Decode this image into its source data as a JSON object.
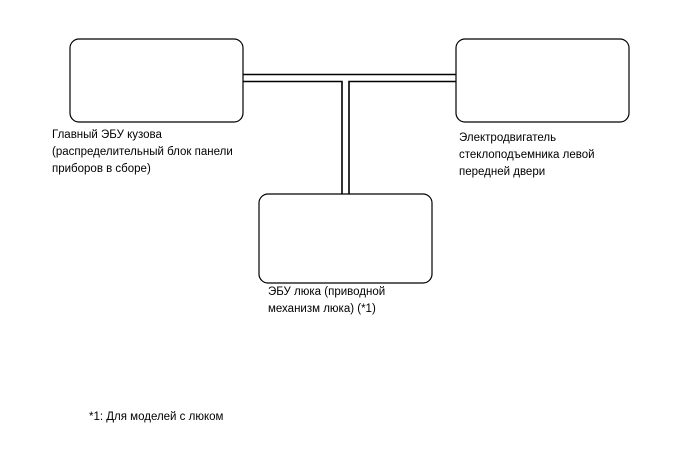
{
  "diagram": {
    "nodes": [
      {
        "id": "main-body-ecu",
        "label": "Главный ЭБУ кузова\n(распределительный блок панели\nприборов в сборе)"
      },
      {
        "id": "front-left-window-motor",
        "label": "Электродвигатель\nстеклоподъемника левой\nпередней двери"
      },
      {
        "id": "sunroof-ecu",
        "label": "ЭБУ люка (приводной\nмеханизм люка) (*1)"
      }
    ],
    "connections": [
      {
        "from": "main-body-ecu",
        "to": "front-left-window-motor"
      },
      {
        "from": "main-body-ecu",
        "to": "sunroof-ecu"
      }
    ],
    "footnote": "*1: Для моделей с люком"
  },
  "colors": {
    "line": "#000000",
    "box_border": "#000000",
    "background": "#ffffff"
  }
}
